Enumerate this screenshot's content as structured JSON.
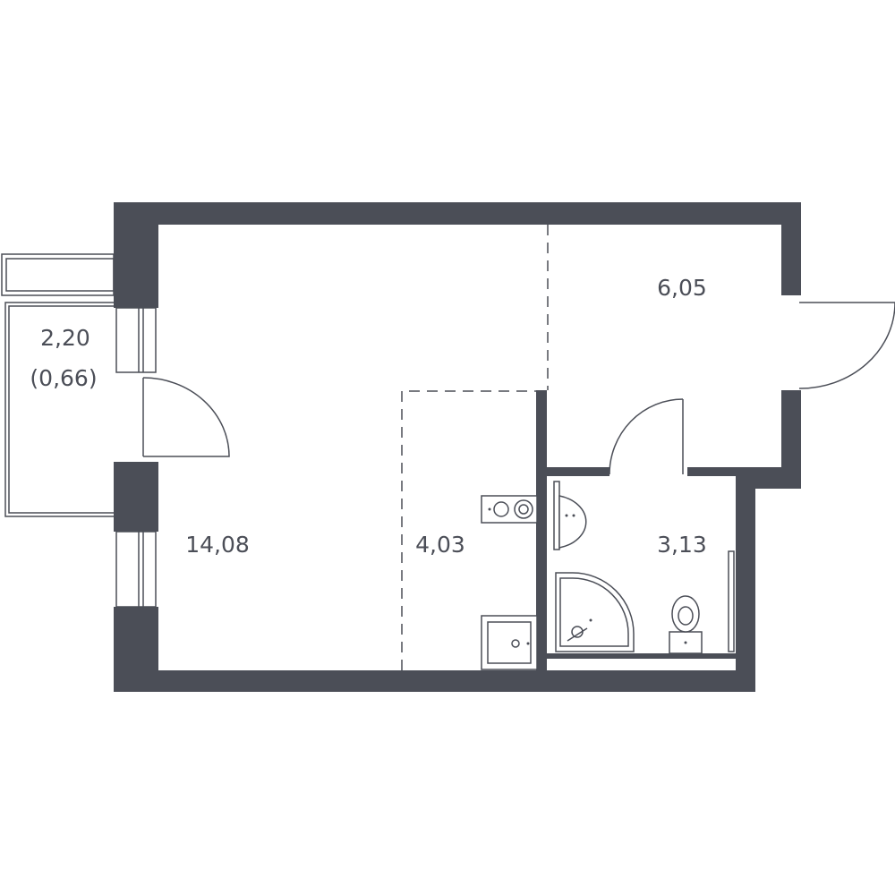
{
  "colors": {
    "wall": "#4b4e57",
    "background": "#ffffff",
    "label": "#4b4e57"
  },
  "rooms": {
    "balcony": {
      "area": "2,20",
      "reduced_area": "(0,66)"
    },
    "living": {
      "area": "14,08"
    },
    "kitchen": {
      "area": "4,03"
    },
    "hall": {
      "area": "6,05"
    },
    "bathroom": {
      "area": "3,13"
    }
  },
  "icons": [
    "sink-icon",
    "toilet-icon",
    "shower-icon",
    "stove-icon",
    "kitchen-sink-icon",
    "door-swing-icon",
    "window-icon"
  ]
}
